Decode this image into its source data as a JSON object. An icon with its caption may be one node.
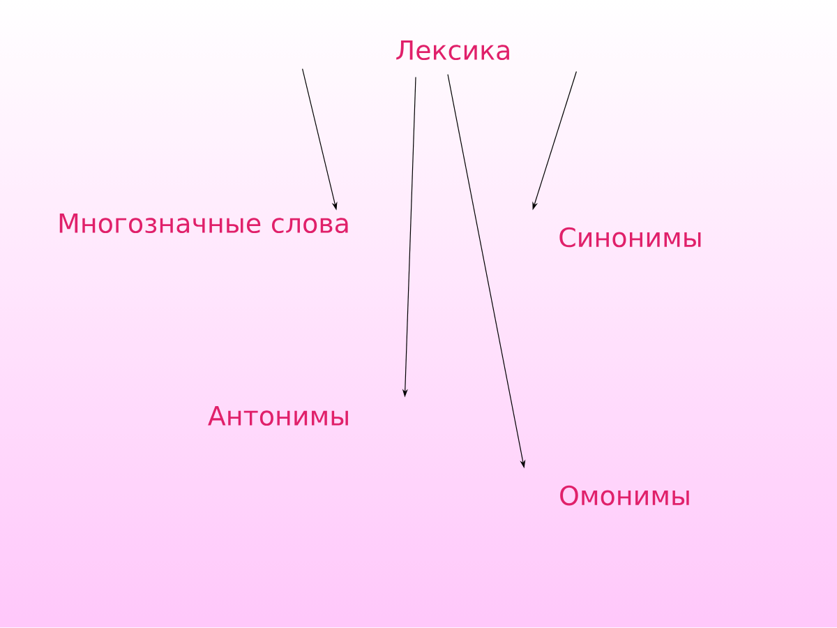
{
  "diagram": {
    "nodes": [
      {
        "text": [
          "Лексика"
        ]
      },
      {
        "text": [
          "Многозначные слова"
        ]
      },
      {
        "text": [
          "Синонимы"
        ]
      },
      {
        "text": [
          "Антонимы"
        ]
      },
      {
        "text": [
          "Омонимы"
        ]
      }
    ],
    "edges": [
      {
        "from": 0,
        "to": 1,
        "arrow": "to"
      },
      {
        "from": 0,
        "to": 3,
        "arrow": "to"
      },
      {
        "from": 0,
        "to": 4,
        "arrow": "to"
      },
      {
        "from": 0,
        "to": 2,
        "arrow": "to"
      }
    ]
  }
}
